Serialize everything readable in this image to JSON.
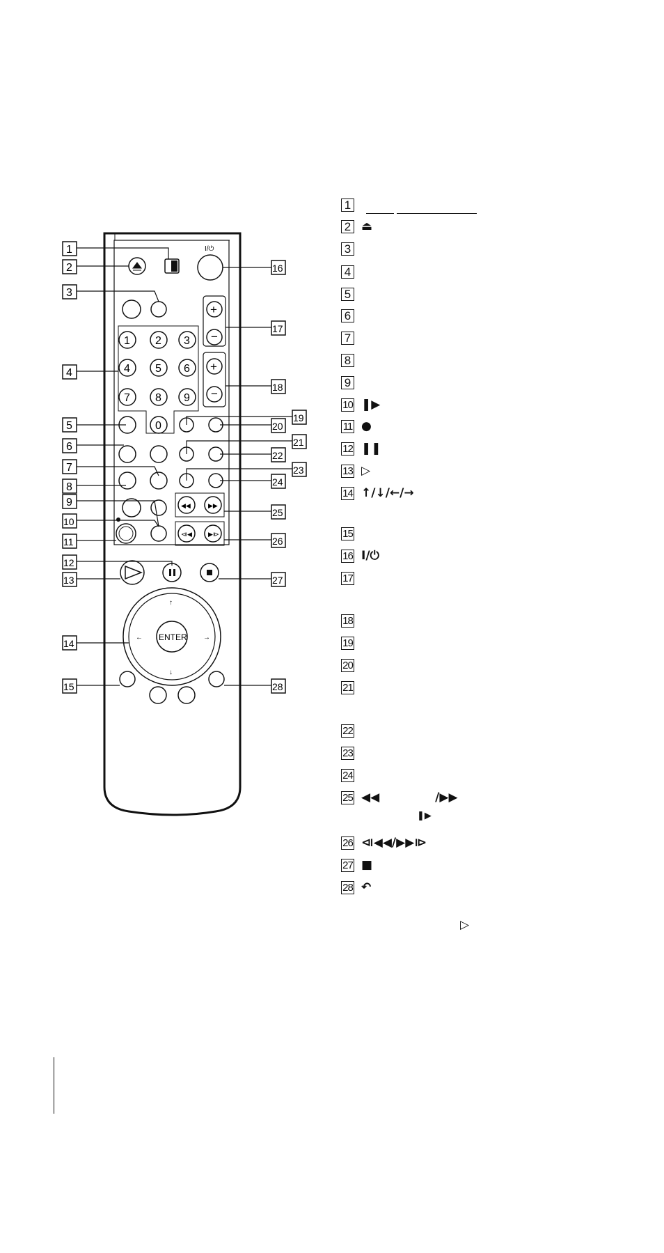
{
  "remote": {
    "power_label": "I/⏻",
    "keypad": [
      "1",
      "2",
      "3",
      "4",
      "5",
      "6",
      "7",
      "8",
      "9",
      "0"
    ],
    "enter_label": "ENTER"
  },
  "callouts": [
    "1",
    "2",
    "3",
    "4",
    "5",
    "6",
    "7",
    "8",
    "9",
    "10",
    "11",
    "12",
    "13",
    "14",
    "15",
    "16",
    "17",
    "18",
    "19",
    "20",
    "21",
    "22",
    "23",
    "24",
    "25",
    "26",
    "27",
    "28"
  ],
  "legend": [
    {
      "num": "1",
      "symbol": ""
    },
    {
      "num": "2",
      "symbol": "⏏"
    },
    {
      "num": "3",
      "symbol": ""
    },
    {
      "num": "4",
      "symbol": ""
    },
    {
      "num": "5",
      "symbol": ""
    },
    {
      "num": "6",
      "symbol": ""
    },
    {
      "num": "7",
      "symbol": ""
    },
    {
      "num": "8",
      "symbol": ""
    },
    {
      "num": "9",
      "symbol": ""
    },
    {
      "num": "10",
      "symbol": "❚▶"
    },
    {
      "num": "11",
      "symbol": "●"
    },
    {
      "num": "12",
      "symbol": "❚❚"
    },
    {
      "num": "13",
      "symbol": "▷"
    },
    {
      "num": "14",
      "symbol": "↑/↓/←/→"
    },
    {
      "num": "15",
      "symbol": ""
    },
    {
      "num": "16",
      "symbol": "I/⏻"
    },
    {
      "num": "17",
      "symbol": ""
    },
    {
      "num": "18",
      "symbol": ""
    },
    {
      "num": "19",
      "symbol": ""
    },
    {
      "num": "20",
      "symbol": ""
    },
    {
      "num": "21",
      "symbol": ""
    },
    {
      "num": "22",
      "symbol": ""
    },
    {
      "num": "23",
      "symbol": ""
    },
    {
      "num": "24",
      "symbol": ""
    },
    {
      "num": "25",
      "symbol": "◀◀",
      "symbol_b": "/▶▶",
      "symbol_c": "❚▶"
    },
    {
      "num": "26",
      "symbol": "⧏◀◀/▶▶⧐"
    },
    {
      "num": "27",
      "symbol": "■"
    },
    {
      "num": "28",
      "symbol": "↶"
    }
  ],
  "footnote_symbol": "▷"
}
